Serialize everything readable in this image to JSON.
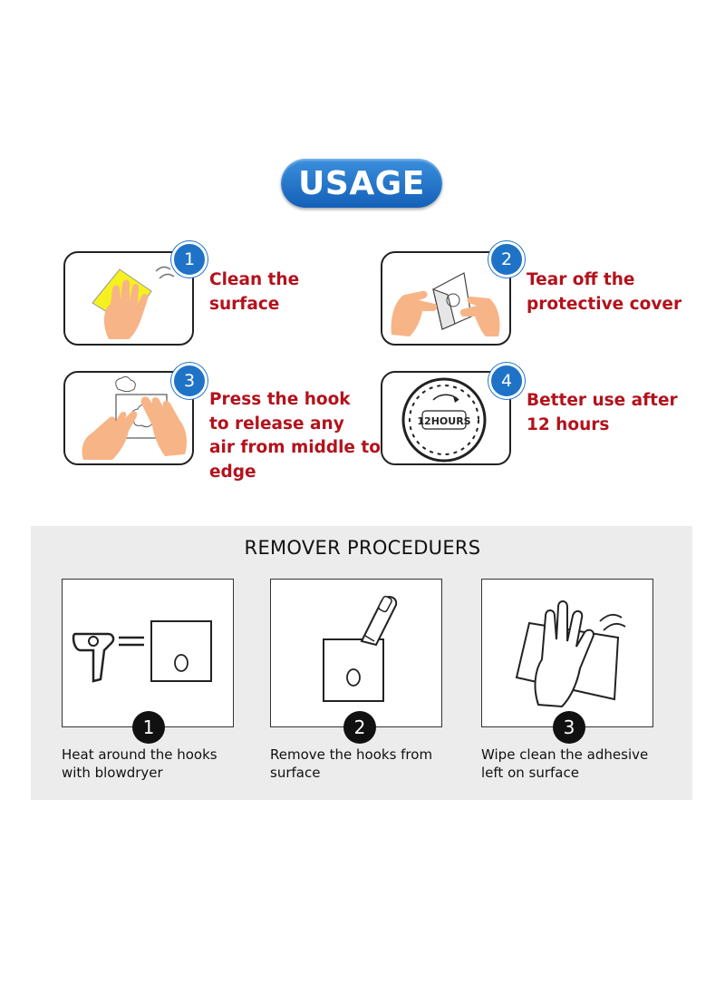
{
  "usage": {
    "title": "USAGE",
    "steps": [
      {
        "number": "1",
        "text": "Clean the\nsurface",
        "icon": "wipe-cloth-icon"
      },
      {
        "number": "2",
        "text": "Tear off the\nprotective cover",
        "icon": "peel-cover-icon"
      },
      {
        "number": "3",
        "text": "Press the hook\nto release any\nair from middle to\nedge",
        "icon": "press-hook-icon"
      },
      {
        "number": "4",
        "text": "Better use after\n12 hours",
        "icon": "clock-icon",
        "clock_label": "12HOURS"
      }
    ]
  },
  "remover": {
    "title": "REMOVER  PROCEDUERS",
    "steps": [
      {
        "number": "1",
        "text": "Heat around the hooks\nwith blowdryer",
        "icon": "hair-dryer-icon"
      },
      {
        "number": "2",
        "text": "Remove the hooks from\nsurface",
        "icon": "scraper-icon"
      },
      {
        "number": "3",
        "text": "Wipe clean the adhesive\nleft on surface",
        "icon": "wipe-hand-icon"
      }
    ]
  },
  "colors": {
    "accent_blue": "#1f73c7",
    "step_text_red": "#b3121c",
    "panel_gray": "#ececec"
  }
}
